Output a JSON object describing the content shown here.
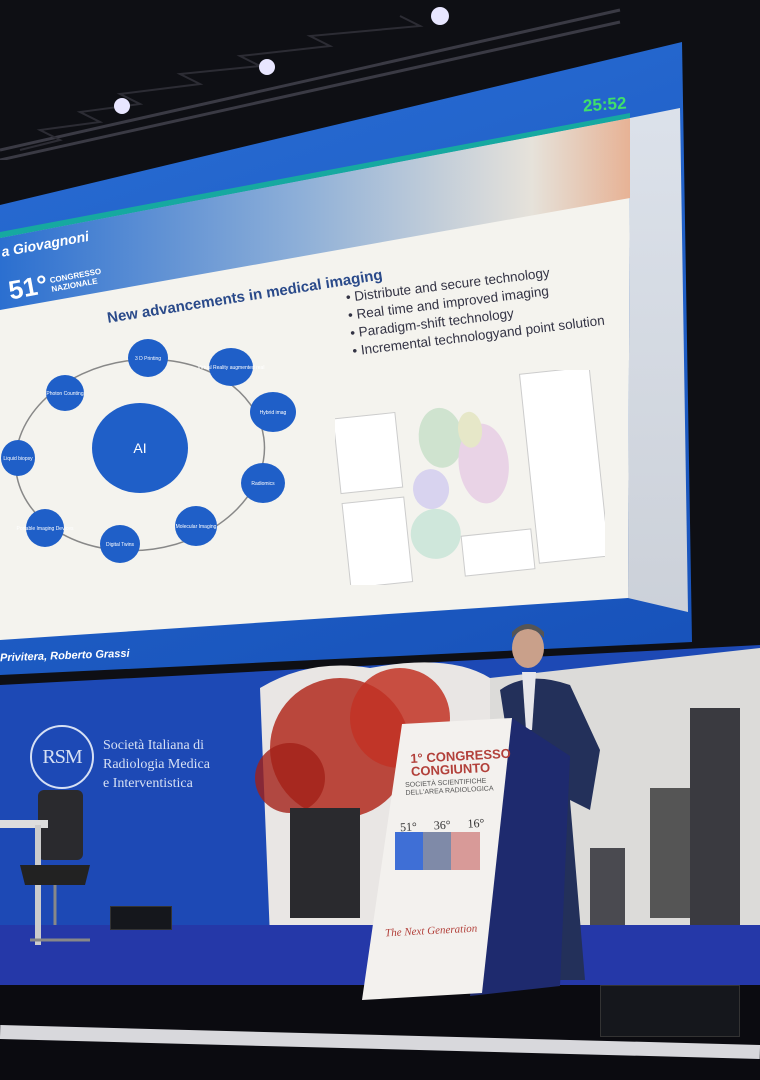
{
  "screen": {
    "presenter_name": "a Giovagnoni",
    "congress_number": "51°",
    "congress_label": "CONGRESSO NAZIONALE",
    "slide_title": "New advancements in medical imaging",
    "bullets": [
      "Distribute and secure technology",
      "Real time and improved imaging",
      "Paradigm-shift technology",
      "Incremental technologyand point solution"
    ],
    "diagram": {
      "center": "AI",
      "nodes": [
        "3 D Printing",
        "Virtual Reality augmented real",
        "Hybrid imag",
        "Radiomics",
        "Molecular Imaging",
        "Digital Twins",
        "Portable Imaging Devices",
        "Liquid biopsy",
        "Photon Counting"
      ]
    },
    "timer": "25:52",
    "bottom_bar": "Privitera, Roberto Grassi"
  },
  "backdrop": {
    "logo": "RSM",
    "society": [
      "Società Italiana di",
      "Radiologia Medica",
      "e Interventistica"
    ]
  },
  "podium": {
    "title": [
      "1° CONGRESSO",
      "CONGIUNTO"
    ],
    "subtitle": [
      "SOCIETÀ SCIENTIFICHE",
      "DELL'AREA RADIOLOGICA"
    ],
    "numbers": "51° 36° 16°",
    "tagline": "The Next Generation"
  },
  "colors": {
    "screen_blue": "#1b5fc4",
    "node_blue": "#1f5fc8",
    "timer_green": "#3fe06a",
    "floor_blue": "#2538a8"
  }
}
